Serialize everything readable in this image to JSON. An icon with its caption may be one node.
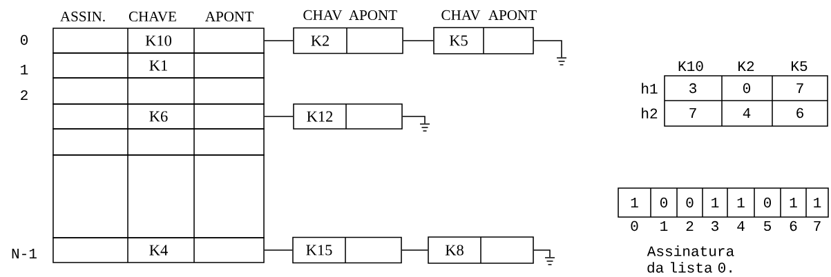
{
  "diagram": {
    "nodes": [
      {
        "text": [
          "K10"
        ]
      },
      {
        "text": [
          "K1"
        ]
      },
      {
        "text": [],
        "shape": "box"
      },
      {
        "text": [
          "K6"
        ]
      },
      {
        "text": [],
        "shape": "box"
      },
      {
        "text": [],
        "shape": "box"
      },
      {
        "text": [
          "K4"
        ]
      },
      {
        "text": [
          "K2"
        ]
      },
      {
        "text": [
          "K5"
        ]
      },
      {
        "text": [
          "K12"
        ]
      },
      {
        "text": [
          "K15"
        ]
      },
      {
        "text": [
          "K8"
        ]
      },
      {
        "text": [],
        "shape": "ground"
      },
      {
        "text": [],
        "shape": "ground"
      },
      {
        "text": [],
        "shape": "ground"
      }
    ],
    "edges": [
      {
        "from": 0,
        "to": 7,
        "arrow": "none"
      },
      {
        "from": 7,
        "to": 8,
        "arrow": "none"
      },
      {
        "from": 8,
        "to": 12,
        "arrow": "none"
      },
      {
        "from": 3,
        "to": 9,
        "arrow": "none"
      },
      {
        "from": 9,
        "to": 13,
        "arrow": "none"
      },
      {
        "from": 6,
        "to": 10,
        "arrow": "none"
      },
      {
        "from": 10,
        "to": 11,
        "arrow": "none"
      },
      {
        "from": 11,
        "to": 14,
        "arrow": "none"
      }
    ],
    "labels": [
      "ASSIN.",
      "CHAVE",
      "APONT",
      "CHAV",
      "APONT",
      "CHAV",
      "APONT",
      "0",
      "1",
      "2",
      "N-1",
      "K10",
      "K2",
      "K5",
      "h1",
      "3",
      "0",
      "7",
      "h2",
      "7",
      "4",
      "6",
      "1",
      "0",
      "0",
      "1",
      "1",
      "0",
      "1",
      "1",
      "0",
      "1",
      "2",
      "3",
      "4",
      "5",
      "6",
      "7",
      "Assinatura da lista 0."
    ]
  }
}
